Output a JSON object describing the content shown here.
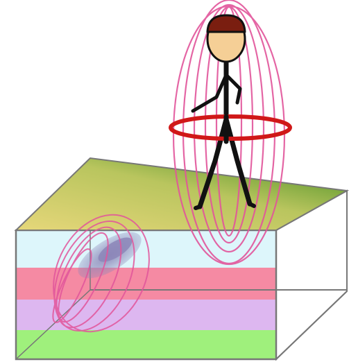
{
  "colors": {
    "background": "#ffffff",
    "ground_light": "#e6d77a",
    "ground_dark": "#3f8a1f",
    "layer_cyan": "#ddf6fb",
    "layer_pink": "#f58aa3",
    "layer_lavender": "#ddb7f0",
    "layer_green": "#9ff07c",
    "box_edge": "#777777",
    "field_lines": "#e2559b",
    "coil_ring": "#d01818",
    "skin": "#f5cf96",
    "hair": "#7a1e10",
    "figure_lines": "#111111",
    "anomaly": "#8c86b8"
  },
  "scene": {
    "ground_layers": [
      "layer_cyan",
      "layer_pink",
      "layer_lavender",
      "layer_green"
    ],
    "figure": "walking-person-with-coil-ring",
    "icons": [
      "person-icon",
      "coil-ring-icon",
      "buried-anomaly-icon"
    ]
  }
}
